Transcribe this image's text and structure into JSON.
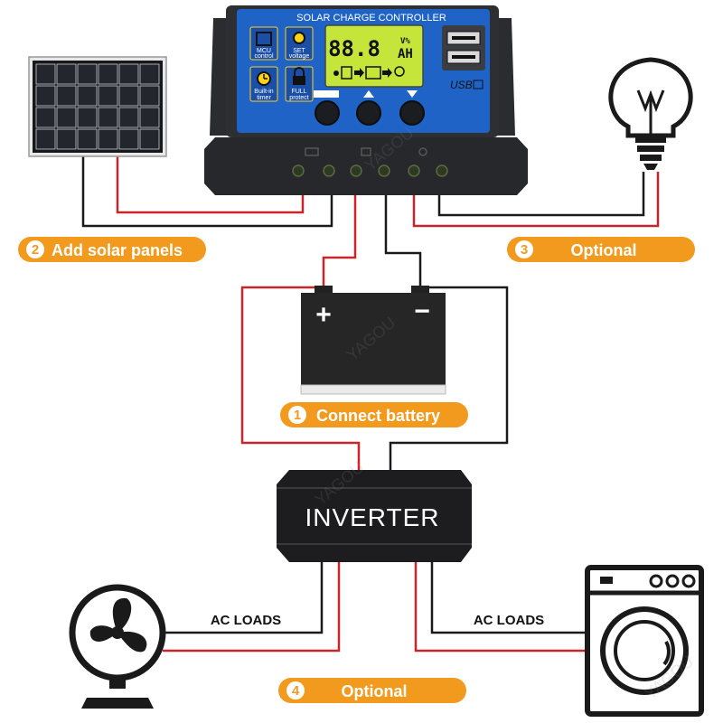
{
  "controller": {
    "title": "SOLAR CHARGE CONTROLLER",
    "lcd_value": "88.8",
    "lcd_unit_top": "V%",
    "lcd_unit_bottom": "AH",
    "usb_label": "USB",
    "mcu_label_1": "MCU",
    "mcu_label_2": "control",
    "set_label_1": "SET",
    "set_label_2": "voltage",
    "timer_label_1": "Built-in",
    "timer_label_2": "timer",
    "protect_label_1": "FULL",
    "protect_label_2": "protect"
  },
  "battery": {
    "plus": "+",
    "minus": "−"
  },
  "inverter": {
    "label": "INVERTER"
  },
  "steps": {
    "step1": {
      "number": "1",
      "label": "Connect battery"
    },
    "step2": {
      "number": "2",
      "label": "Add solar panels"
    },
    "step3": {
      "number": "3",
      "label": "Optional"
    },
    "step4": {
      "number": "4",
      "label": "Optional"
    }
  },
  "loads": {
    "left_label": "AC LOADS",
    "right_label": "AC LOADS"
  },
  "watermark": "YAGOU",
  "colors": {
    "wire_red": "#c8262b",
    "wire_black": "#1a1a1a",
    "badge_orange": "#f29a1d",
    "controller_blue": "#1f63c7",
    "lcd_green": "#c5e53a"
  }
}
